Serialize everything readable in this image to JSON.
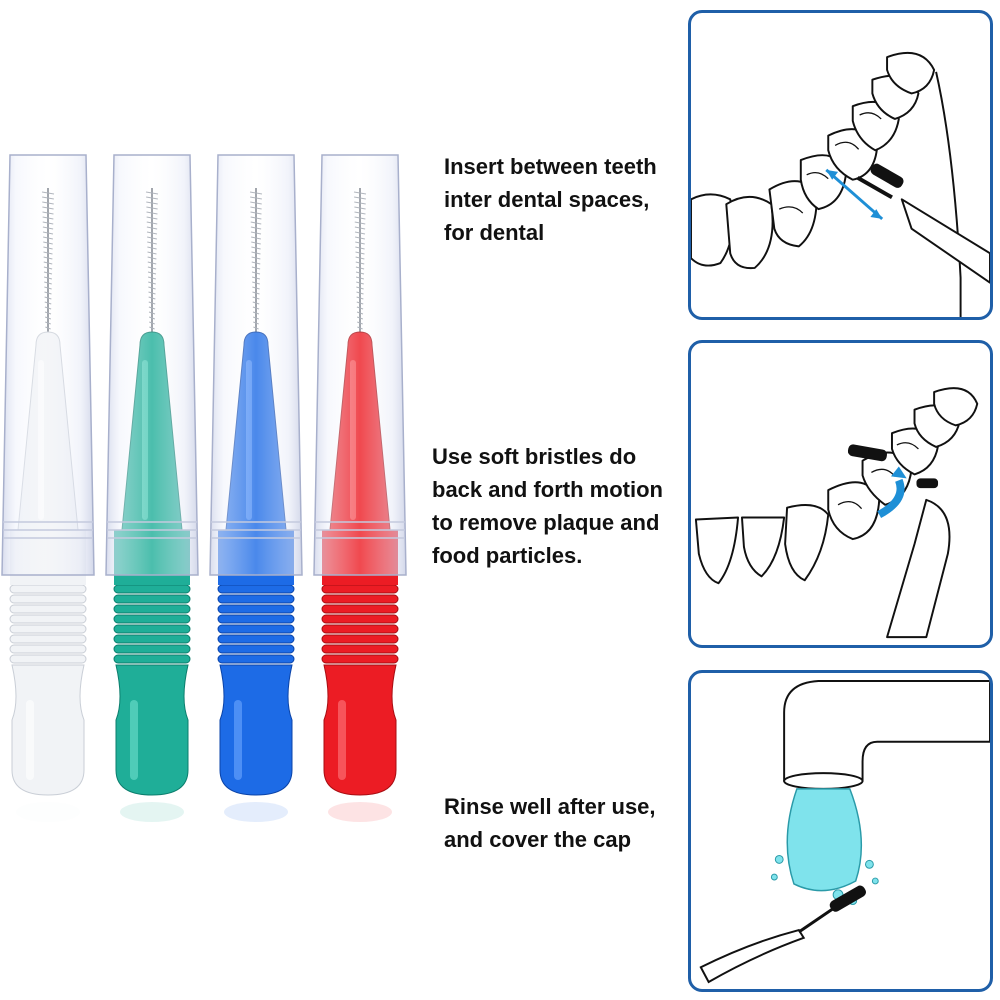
{
  "brushes": [
    {
      "name": "white",
      "handle": "#f1f3f6",
      "shade": "#c9ced6",
      "highlight": "#ffffff"
    },
    {
      "name": "teal",
      "handle": "#1fae98",
      "shade": "#0b7e6d",
      "highlight": "#6fe0cd"
    },
    {
      "name": "blue",
      "handle": "#1d6be6",
      "shade": "#0a43a8",
      "highlight": "#6ea6ff"
    },
    {
      "name": "red",
      "handle": "#ec1c24",
      "shade": "#a80d12",
      "highlight": "#ff7a7e"
    }
  ],
  "steps": [
    {
      "lines": [
        "Insert between teeth",
        "inter dental spaces,",
        "for dental"
      ]
    },
    {
      "lines": [
        "Use soft bristles do",
        "back and forth motion",
        "to remove plaque and",
        "food particles."
      ]
    },
    {
      "lines": [
        "Rinse well after use,",
        "and cover the cap"
      ]
    }
  ],
  "colors": {
    "panel_border": "#1f5fa8",
    "arrow": "#1e8fd6",
    "water": "#7fe3ec"
  }
}
